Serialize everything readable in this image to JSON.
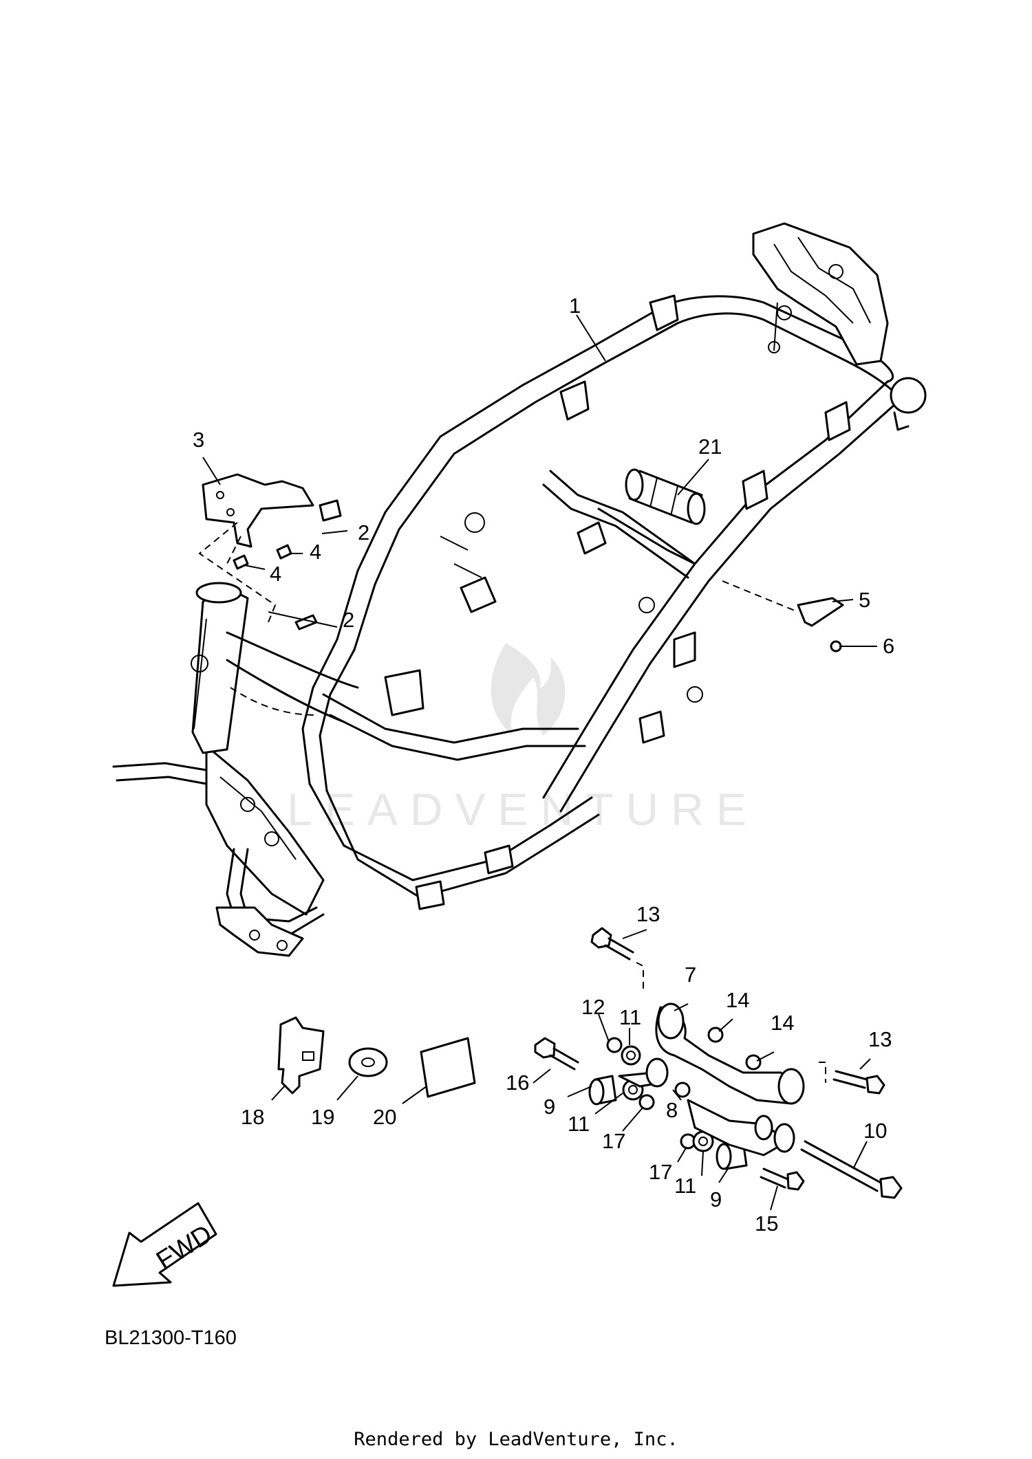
{
  "diagram_code": "BL21300-T160",
  "rendered_by": "Rendered by LeadVenture, Inc.",
  "watermark_text": "LEADVENTURE",
  "fwd_label": "FWD",
  "callouts": [
    "1",
    "2",
    "2",
    "3",
    "4",
    "4",
    "5",
    "6",
    "7",
    "8",
    "9",
    "9",
    "10",
    "11",
    "11",
    "11",
    "12",
    "13",
    "13",
    "14",
    "14",
    "15",
    "16",
    "17",
    "17",
    "18",
    "19",
    "20",
    "21"
  ]
}
